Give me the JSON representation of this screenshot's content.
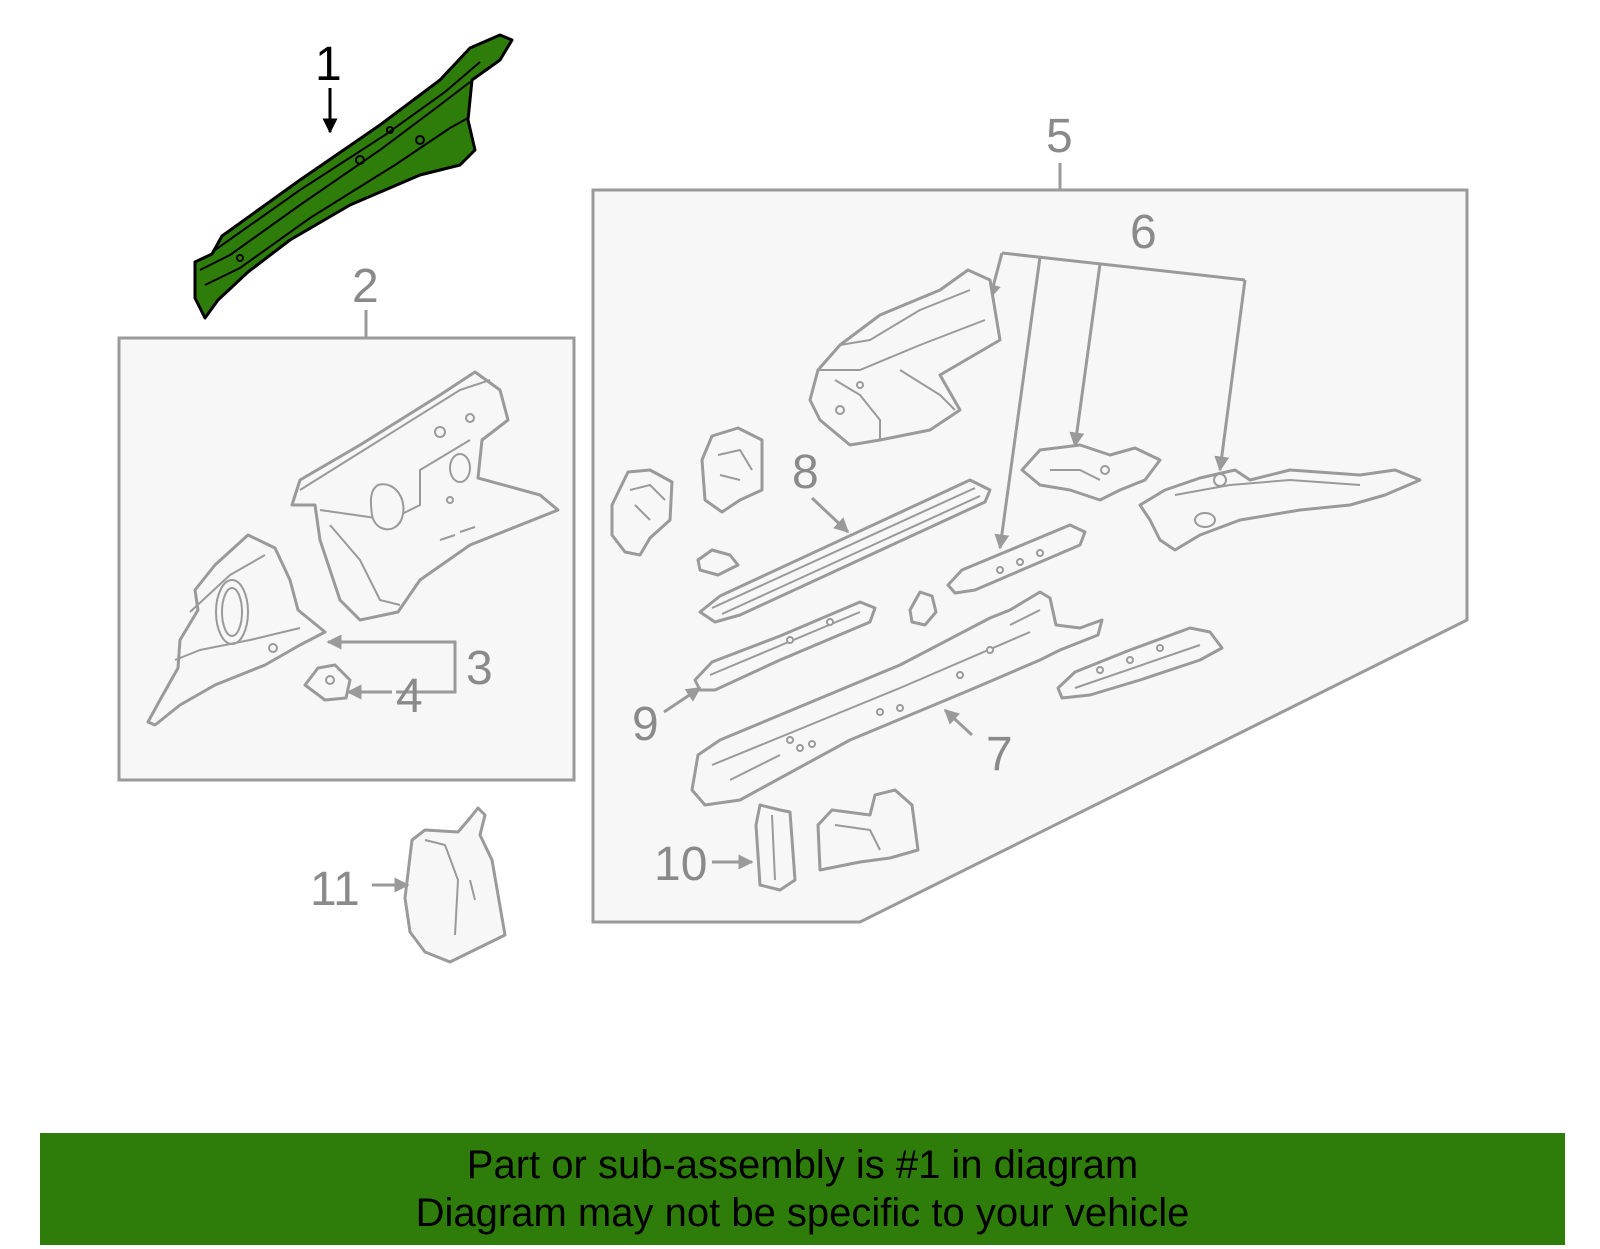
{
  "diagram": {
    "callouts": [
      "1",
      "2",
      "3",
      "4",
      "5",
      "6",
      "7",
      "8",
      "9",
      "10",
      "11"
    ],
    "highlighted_part": "1",
    "highlight_color": "#2e7d0a",
    "line_color": "#9a9a9a",
    "fill_color": "#f7f7f7"
  },
  "banner": {
    "line1": "Part or sub-assembly is #1 in diagram",
    "line2": "Diagram may not be specific to your vehicle",
    "background": "#2e7d0a"
  }
}
